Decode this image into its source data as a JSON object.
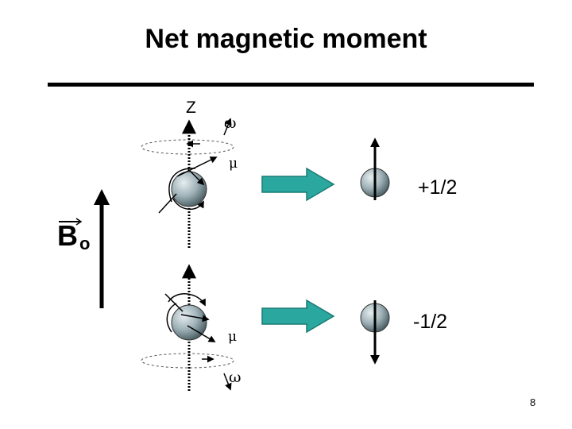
{
  "slide": {
    "title": "Net magnetic moment",
    "page_number": "8"
  },
  "labels": {
    "axis": "Z",
    "omega": "ω",
    "mu": "μ",
    "field_symbol": "B",
    "field_subscript": "o",
    "spin_up": "+1/2",
    "spin_down": "-1/2"
  },
  "colors": {
    "text": "#000000",
    "arrow_fill": "#2aa8a0",
    "arrow_outline": "#1b7a74",
    "sphere_highlight": "#e6eef0",
    "sphere_mid": "#9fb2b8",
    "sphere_shadow": "#4e6268",
    "orbit_dashed": "#555555"
  },
  "icons": {
    "spin_transition": "teal-block-right-arrow",
    "field_arrow": "up-arrow",
    "precession": "dashed-orbit-ellipse"
  }
}
